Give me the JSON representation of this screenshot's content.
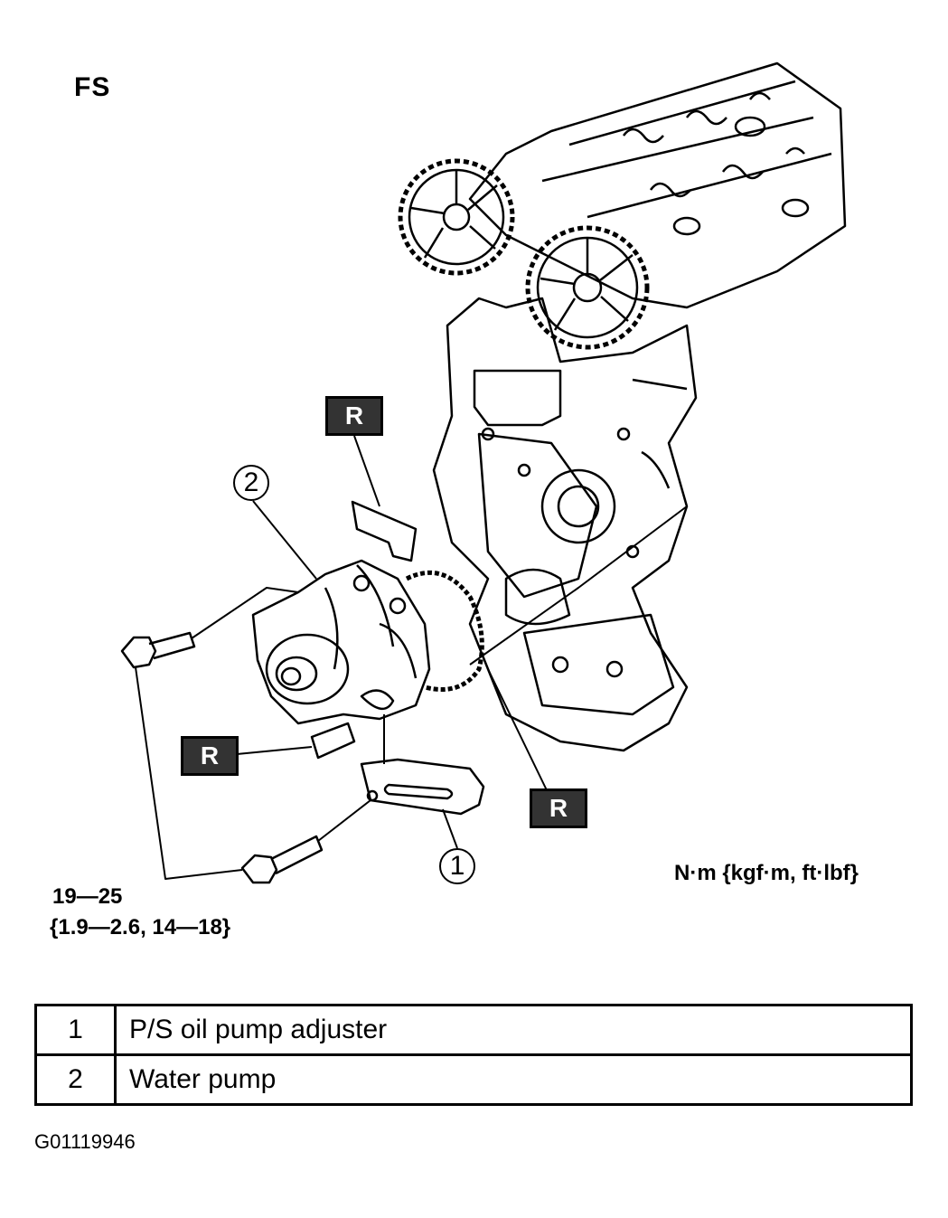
{
  "header": {
    "engine_code": "FS"
  },
  "markers": {
    "replace": "R"
  },
  "callouts": {
    "one": "1",
    "two": "2"
  },
  "torque": {
    "value": "19—25",
    "value_alt": "{1.9—2.6, 14—18}",
    "units": "N·m {kgf·m, ft·lbf}"
  },
  "legend": {
    "rows": [
      {
        "num": "1",
        "part": "P/S oil pump adjuster"
      },
      {
        "num": "2",
        "part": "Water pump"
      }
    ]
  },
  "figure": {
    "code": "G01119946"
  }
}
